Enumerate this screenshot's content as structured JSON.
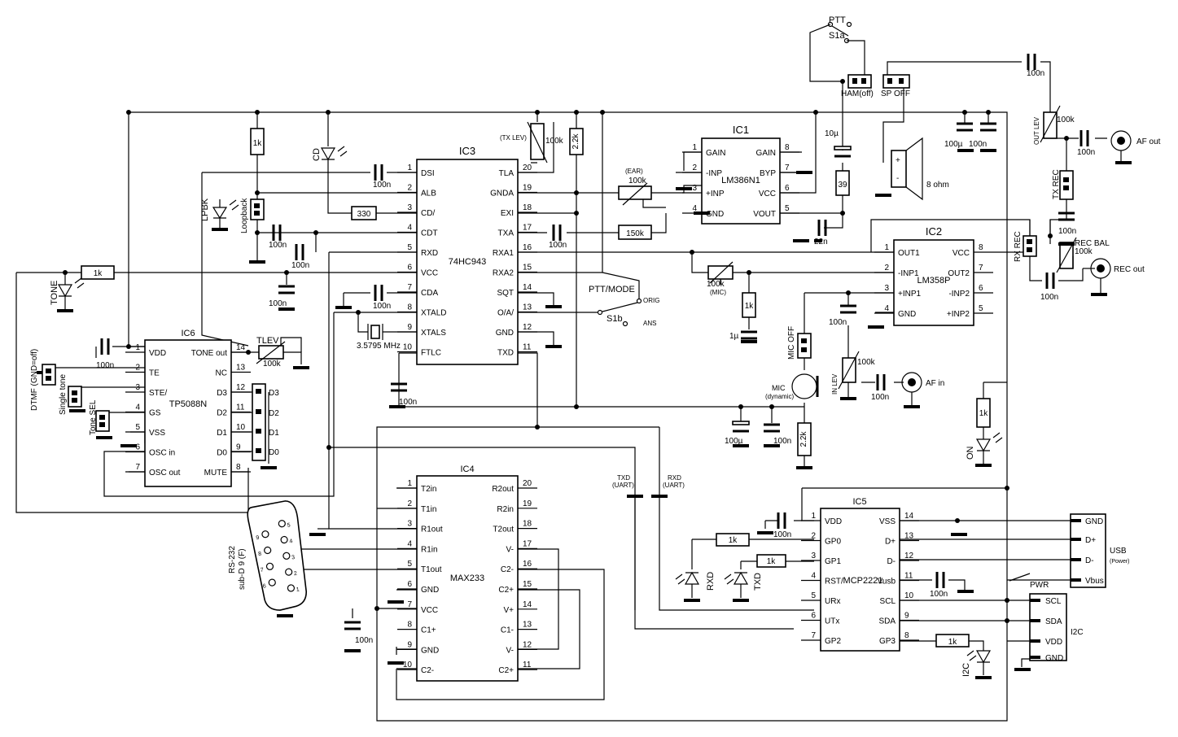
{
  "ic3": {
    "name": "IC3",
    "part": "74HC943",
    "left": [
      [
        "1",
        "DSI"
      ],
      [
        "2",
        "ALB"
      ],
      [
        "3",
        "CD/"
      ],
      [
        "4",
        "CDT"
      ],
      [
        "5",
        "RXD"
      ],
      [
        "6",
        "VCC"
      ],
      [
        "7",
        "CDA"
      ],
      [
        "8",
        "XTALD"
      ],
      [
        "9",
        "XTALS"
      ],
      [
        "10",
        "FTLC"
      ]
    ],
    "right": [
      [
        "20",
        "TLA"
      ],
      [
        "19",
        "GNDA"
      ],
      [
        "18",
        "EXI"
      ],
      [
        "17",
        "TXA"
      ],
      [
        "16",
        "RXA1"
      ],
      [
        "15",
        "RXA2"
      ],
      [
        "14",
        "SQT"
      ],
      [
        "13",
        "O/A/"
      ],
      [
        "12",
        "GND"
      ],
      [
        "11",
        "TXD"
      ]
    ]
  },
  "ic1": {
    "name": "IC1",
    "part": "LM386N1",
    "left": [
      [
        "1",
        "GAIN"
      ],
      [
        "2",
        "-INP"
      ],
      [
        "3",
        "+INP"
      ],
      [
        "4",
        "GND"
      ]
    ],
    "right": [
      [
        "8",
        "GAIN"
      ],
      [
        "7",
        "BYP"
      ],
      [
        "6",
        "VCC"
      ],
      [
        "5",
        "VOUT"
      ]
    ]
  },
  "ic2": {
    "name": "IC2",
    "part": "LM358P",
    "left": [
      [
        "1",
        "OUT1"
      ],
      [
        "2",
        "-INP1"
      ],
      [
        "3",
        "+INP1"
      ],
      [
        "4",
        "GND"
      ]
    ],
    "right": [
      [
        "8",
        "VCC"
      ],
      [
        "7",
        "OUT2"
      ],
      [
        "6",
        "-INP2"
      ],
      [
        "5",
        "+INP2"
      ]
    ]
  },
  "ic6": {
    "name": "IC6",
    "part": "TP5088N",
    "left": [
      [
        "1",
        "VDD"
      ],
      [
        "2",
        "TE"
      ],
      [
        "3",
        "STE/"
      ],
      [
        "4",
        "GS"
      ],
      [
        "5",
        "VSS"
      ],
      [
        "6",
        "OSC in"
      ],
      [
        "7",
        "OSC out"
      ]
    ],
    "right": [
      [
        "14",
        "TONE out"
      ],
      [
        "13",
        "NC"
      ],
      [
        "12",
        "D3"
      ],
      [
        "11",
        "D2"
      ],
      [
        "10",
        "D1"
      ],
      [
        "9",
        "D0"
      ],
      [
        "8",
        "MUTE"
      ]
    ]
  },
  "ic4": {
    "name": "IC4",
    "part": "MAX233",
    "left": [
      [
        "1",
        "T2in"
      ],
      [
        "2",
        "T1in"
      ],
      [
        "3",
        "R1out"
      ],
      [
        "4",
        "R1in"
      ],
      [
        "5",
        "T1out"
      ],
      [
        "6",
        "GND"
      ],
      [
        "7",
        "VCC"
      ],
      [
        "8",
        "C1+"
      ],
      [
        "9",
        "GND"
      ],
      [
        "10",
        "C2-"
      ]
    ],
    "right": [
      [
        "20",
        "R2out"
      ],
      [
        "19",
        "R2in"
      ],
      [
        "18",
        "T2out"
      ],
      [
        "17",
        "V-"
      ],
      [
        "16",
        "C2-"
      ],
      [
        "15",
        "C2+"
      ],
      [
        "14",
        "V+"
      ],
      [
        "13",
        "C1-"
      ],
      [
        "12",
        "V-"
      ],
      [
        "11",
        "C2+"
      ]
    ]
  },
  "ic5": {
    "name": "IC5",
    "part": "MCP2221",
    "left": [
      [
        "1",
        "VDD"
      ],
      [
        "2",
        "GP0"
      ],
      [
        "3",
        "GP1"
      ],
      [
        "4",
        "RST/"
      ],
      [
        "5",
        "URx"
      ],
      [
        "6",
        "UTx"
      ],
      [
        "7",
        "GP2"
      ]
    ],
    "right": [
      [
        "14",
        "VSS"
      ],
      [
        "13",
        "D+"
      ],
      [
        "12",
        "D-"
      ],
      [
        "11",
        "Vusb"
      ],
      [
        "10",
        "SCL"
      ],
      [
        "9",
        "SDA"
      ],
      [
        "8",
        "GP3"
      ]
    ]
  },
  "labels": {
    "ptt": "PTT",
    "s1a": "S1a",
    "ham": "HAM(off)",
    "spoff": "SP OFF",
    "ptt_mode": "PTT/MODE",
    "s1b": "S1b",
    "orig": "ORIG",
    "ans": "ANS",
    "tx_lev": "(TX LEV)",
    "ear": "(EAR)",
    "mic_pot": "(MIC)",
    "out_lev": "OUT LEV",
    "tx_rec": "TX REC",
    "rec_bal": "REC BAL",
    "rx_rec": "RX REC",
    "af_out": "AF out",
    "af_in": "AF in",
    "rec_out": "REC out",
    "in_lev": "IN LEV",
    "mic_off": "MIC OFF",
    "mic": "MIC",
    "mic_dyn": "(dynamic)",
    "speaker": "8 ohm",
    "crystal": "3.5795 MHz",
    "cd": "CD",
    "lpbk": "LPBK",
    "loopback": "Loopback",
    "tone": "TONE",
    "tlev": "TLEV",
    "dtmf": "DTMF (GND=off)",
    "single_tone": "Single tone",
    "tone_sel": "Tone SEL",
    "on": "ON",
    "d0": "D0",
    "d1": "D1",
    "d2": "D2",
    "d3": "D3",
    "txd_uart": "TXD",
    "rxd_uart": "RXD",
    "uart": "(UART)",
    "subd": "sub-D 9 (F)",
    "rs232": "RS-232",
    "rxd_led": "RXD",
    "txd_led": "TXD",
    "i2c_led": "I2C",
    "pwr": "PWR",
    "usb": "USB",
    "usb_power": "(Power)",
    "usb_pins": [
      "GND",
      "D+",
      "D-",
      "Vbus"
    ],
    "i2c": "I2C",
    "i2c_pins": [
      "SCL",
      "SDA",
      "VDD",
      "GND"
    ],
    "db9_pins": [
      "5",
      "4",
      "3",
      "2",
      "1",
      "9",
      "8",
      "7",
      "6"
    ]
  },
  "values": {
    "r1k": "1k",
    "r330": "330",
    "r150k": "150k",
    "r39": "39",
    "r22k": "2.2k",
    "p100k": "100k",
    "c100n": "100n",
    "c10u": "10µ",
    "c22n": "22n",
    "c100u": "100µ",
    "c1u": "1µ"
  }
}
